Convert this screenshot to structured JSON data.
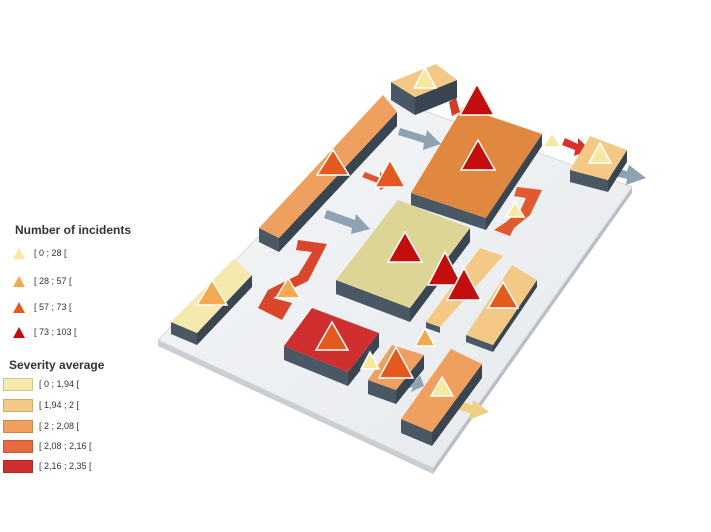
{
  "legend": {
    "incidents_title": "Number of incidents",
    "incidents": [
      {
        "label": "[ 0 ; 28 [",
        "color": "#f7e8a0"
      },
      {
        "label": "[ 28 ; 57 [",
        "color": "#f2a94f"
      },
      {
        "label": "[ 57 ; 73 [",
        "color": "#e45a1e"
      },
      {
        "label": "[ 73 ; 103 [",
        "color": "#c40d0d"
      }
    ],
    "severity_title": "Severity average",
    "severity": [
      {
        "label": "[ 0 ; 1,94 [",
        "color": "#f6e9ad"
      },
      {
        "label": "[ 1,94 ; 2 [",
        "color": "#f3c985"
      },
      {
        "label": "[ 2 ; 2,08 [",
        "color": "#ef9f5e"
      },
      {
        "label": "[ 2,08 ; 2,16 [",
        "color": "#e66a3f"
      },
      {
        "label": "[ 2,16 ; 2,35 [",
        "color": "#cf2f2f"
      }
    ]
  }
}
